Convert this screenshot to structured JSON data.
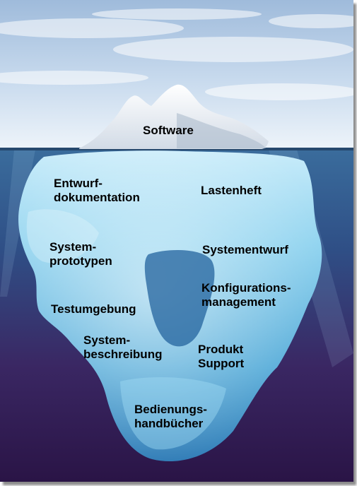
{
  "scene": {
    "subject": "iceberg",
    "colors": {
      "sky_top": "#a9c3e0",
      "sky_bottom": "#e4eef7",
      "water_top": "#2f5f90",
      "water_bottom": "#2a1446",
      "ice_light": "#dff3fb",
      "ice_mid": "#6fc3e6",
      "ice_dark": "#1d6ea8"
    }
  },
  "labels": {
    "software": "Software",
    "entwurf_1": "Entwurf-",
    "entwurf_2": "dokumentation",
    "lastenheft": "Lastenheft",
    "systemprototypen_1": "System-",
    "systemprototypen_2": "prototypen",
    "systementwurf": "Systementwurf",
    "konfiguration_1": "Konfigurations-",
    "konfiguration_2": "management",
    "testumgebung": "Testumgebung",
    "systembeschreibung_1": "System-",
    "systembeschreibung_2": "beschreibung",
    "produkt_1": "Produkt",
    "produkt_2": "Support",
    "bedienung_1": "Bedienungs-",
    "bedienung_2": "handbücher"
  }
}
